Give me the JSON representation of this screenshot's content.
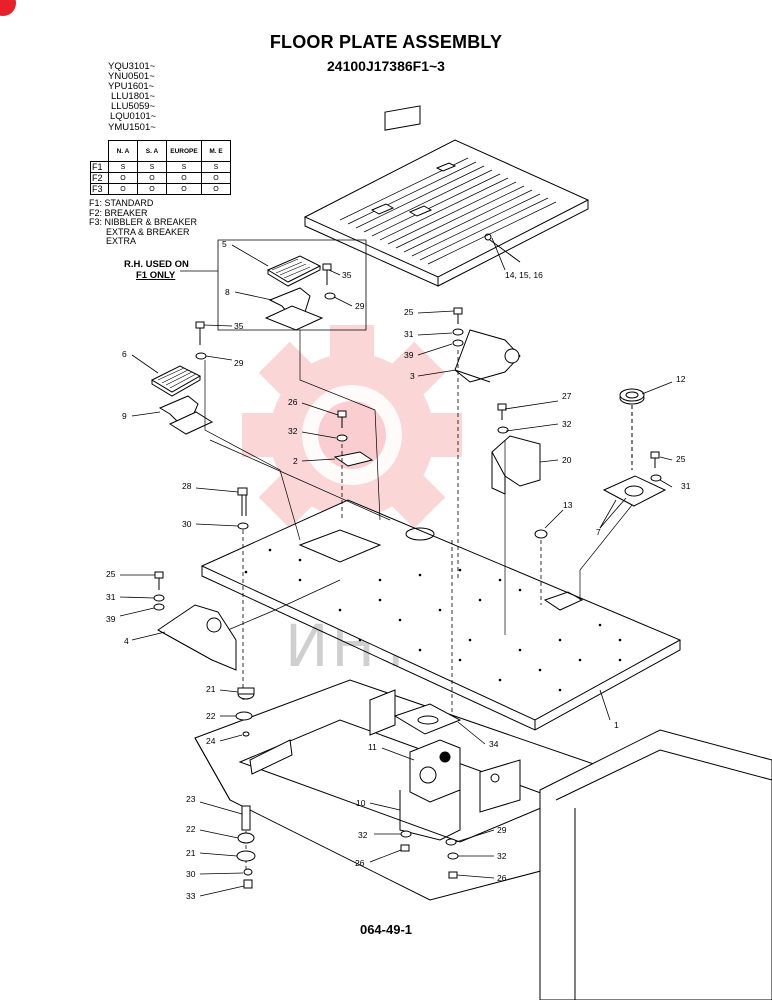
{
  "title": "FLOOR PLATE ASSEMBLY",
  "part_number": "24100J17386F1~3",
  "serial_numbers": [
    "YQU3101~",
    "YNU0501~",
    "YPU1601~",
    "LLU1801~",
    "LLU5059~",
    "LQU0101~",
    "YMU1501~"
  ],
  "options_table": {
    "headers": [
      "N. A",
      "S. A",
      "EUROPE",
      "M. E"
    ],
    "rows": [
      {
        "label": "F1",
        "values": [
          "S",
          "S",
          "S",
          "S"
        ]
      },
      {
        "label": "F2",
        "values": [
          "O",
          "O",
          "O",
          "O"
        ]
      },
      {
        "label": "F3",
        "values": [
          "O",
          "O",
          "O",
          "O"
        ]
      }
    ]
  },
  "legend": [
    "F1: STANDARD",
    "F2: BREAKER",
    "F3: NIBBLER & BREAKER",
    "EXTRA & BREAKER",
    "EXTRA"
  ],
  "rh_note": {
    "line1": "R.H. USED ON",
    "line2": "F1 ONLY"
  },
  "watermark": "ИНТЕХ",
  "footer": "064-49-1",
  "callouts": {
    "c_14_15_16": "14, 15, 16",
    "c_5": "5",
    "c_35a": "35",
    "c_8": "8",
    "c_29a": "29",
    "c_35b": "35",
    "c_6": "6",
    "c_29b": "29",
    "c_9": "9",
    "c_25a": "25",
    "c_31a": "31",
    "c_39a": "39",
    "c_3": "3",
    "c_26a": "26",
    "c_32a": "32",
    "c_2": "2",
    "c_27": "27",
    "c_32b": "32",
    "c_20": "20",
    "c_12": "12",
    "c_25b": "25",
    "c_31b": "31",
    "c_7": "7",
    "c_13": "13",
    "c_28": "28",
    "c_30a": "30",
    "c_25c": "25",
    "c_31c": "31",
    "c_39b": "39",
    "c_4": "4",
    "c_1": "1",
    "c_21a": "21",
    "c_22a": "22",
    "c_24": "24",
    "c_34": "34",
    "c_11": "11",
    "c_23": "23",
    "c_10": "10",
    "c_32c": "32",
    "c_29c": "29",
    "c_26b": "26",
    "c_32d": "32",
    "c_26c": "26",
    "c_22b": "22",
    "c_21b": "21",
    "c_30b": "30",
    "c_33": "33"
  }
}
